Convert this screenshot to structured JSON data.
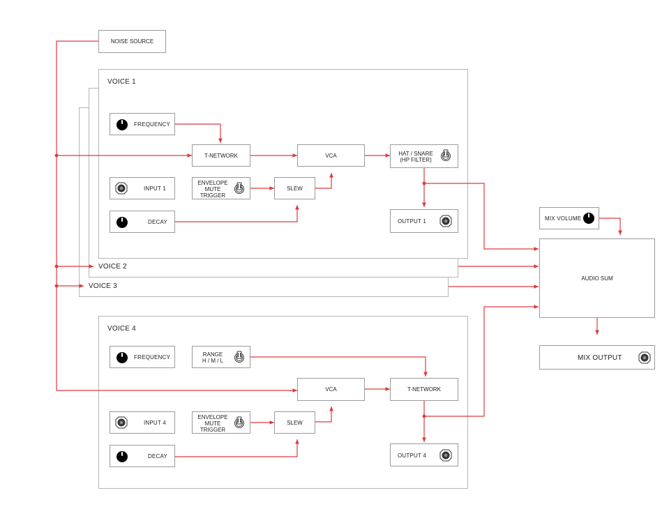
{
  "diagram": {
    "noise_source": "NOISE SOURCE",
    "voice1": {
      "title": "VOICE 1",
      "frequency": "FREQUENCY",
      "t_network": "T-NETWORK",
      "vca": "VCA",
      "hat_snare": "HAT / SNARE",
      "hp_filter": "(HP FILTER)",
      "input": "INPUT 1",
      "env_line1": "ENVELOPE",
      "env_line2": "MUTE",
      "env_line3": "TRIGGER",
      "slew": "SLEW",
      "decay": "DECAY",
      "output": "OUTPUT 1"
    },
    "voice2": {
      "title": "VOICE 2"
    },
    "voice3": {
      "title": "VOICE 3"
    },
    "voice4": {
      "title": "VOICE 4",
      "frequency": "FREQUENCY",
      "range_line1": "RANGE",
      "range_line2": "H / M / L",
      "vca": "VCA",
      "t_network": "T-NETWORK",
      "input": "INPUT 4",
      "env_line1": "ENVELOPE",
      "env_line2": "MUTE",
      "env_line3": "TRIGGER",
      "slew": "SLEW",
      "decay": "DECAY",
      "output": "OUTPUT 4"
    },
    "mix_volume": "MIX VOLUME",
    "audio_sum": "AUDIO SUM",
    "mix_output": "MIX OUTPUT"
  },
  "colors": {
    "wire": "#e0393e",
    "border": "#9a9a9a"
  },
  "icons": [
    "knob-icon",
    "jack-icon",
    "switch-icon"
  ]
}
